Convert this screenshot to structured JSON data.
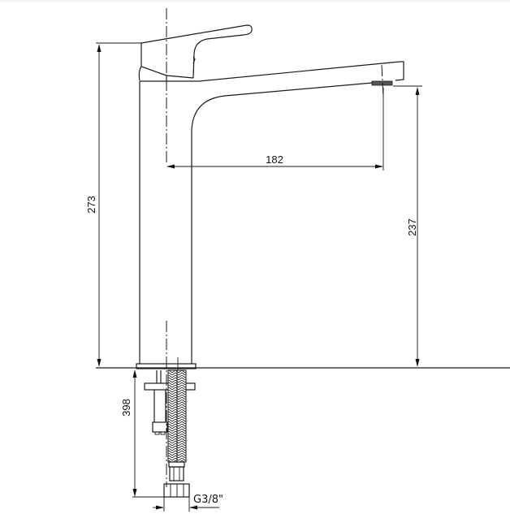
{
  "drawing": {
    "title": "Tall basin mixer faucet — side elevation technical drawing",
    "units": "mm",
    "line_color": "#1a1a1a",
    "background": "#ffffff"
  },
  "dimensions": {
    "total_height": {
      "value": "273",
      "orientation": "vertical",
      "side": "left"
    },
    "spout_clearance": {
      "value": "237",
      "orientation": "vertical",
      "side": "right"
    },
    "spout_reach": {
      "value": "182",
      "orientation": "horizontal"
    },
    "hose_length": {
      "value": "398",
      "orientation": "vertical",
      "side": "left-bottom"
    },
    "connection_thread": {
      "value": "G3/8\"",
      "orientation": "horizontal"
    }
  },
  "components": [
    {
      "name": "lever-handle"
    },
    {
      "name": "body"
    },
    {
      "name": "spout"
    },
    {
      "name": "aerator"
    },
    {
      "name": "base-flange"
    },
    {
      "name": "mounting-plate"
    },
    {
      "name": "threaded-stud"
    },
    {
      "name": "flexible-hose"
    },
    {
      "name": "hose-nut"
    }
  ]
}
